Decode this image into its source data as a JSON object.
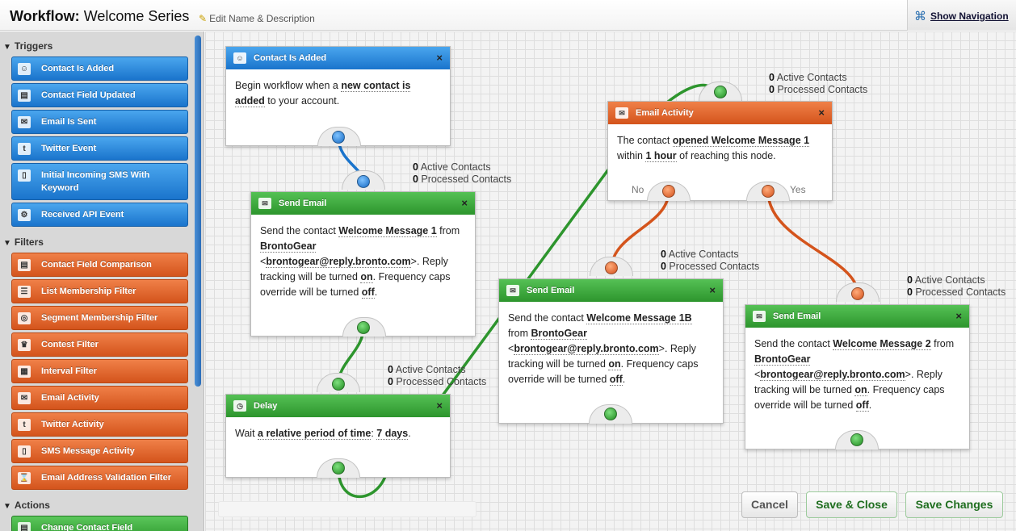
{
  "header": {
    "title_bold": "Workflow:",
    "title_name": "Welcome Series",
    "edit_label": "Edit Name & Description",
    "show_navigation": "Show Navigation"
  },
  "sidebar": {
    "triggers_label": "Triggers",
    "triggers": [
      {
        "label": "Contact Is Added",
        "icon": "person-add-icon"
      },
      {
        "label": "Contact Field Updated",
        "icon": "contact-card-icon"
      },
      {
        "label": "Email Is Sent",
        "icon": "envelope-icon"
      },
      {
        "label": "Twitter Event",
        "icon": "twitter-icon"
      },
      {
        "label": "Initial Incoming SMS With Keyword",
        "icon": "phone-icon"
      },
      {
        "label": "Received API Event",
        "icon": "gear-icon"
      }
    ],
    "filters_label": "Filters",
    "filters": [
      {
        "label": "Contact Field Comparison",
        "icon": "contact-card-icon"
      },
      {
        "label": "List Membership Filter",
        "icon": "clipboard-icon"
      },
      {
        "label": "Segment Membership Filter",
        "icon": "target-icon"
      },
      {
        "label": "Contest Filter",
        "icon": "trophy-icon"
      },
      {
        "label": "Interval Filter",
        "icon": "calendar-icon"
      },
      {
        "label": "Email Activity",
        "icon": "envelope-icon"
      },
      {
        "label": "Twitter Activity",
        "icon": "twitter-icon"
      },
      {
        "label": "SMS Message Activity",
        "icon": "phone-icon"
      },
      {
        "label": "Email Address Validation Filter",
        "icon": "hourglass-icon"
      }
    ],
    "actions_label": "Actions",
    "actions": [
      {
        "label": "Change Contact Field",
        "icon": "contact-card-icon"
      }
    ]
  },
  "nodes": {
    "n1": {
      "title": "Contact Is Added",
      "t1": "Begin workflow when a ",
      "b1": "new contact is added",
      "t2": " to your account."
    },
    "n2": {
      "title": "Send Email",
      "t1": "Send the contact ",
      "b1": "Welcome Message 1",
      "t2": " from ",
      "b2": "BrontoGear",
      "t3": " <",
      "b3": "brontogear@reply.bronto.com",
      "t4": ">. Reply tracking will be turned ",
      "b4": "on",
      "t5": ". Frequency caps override will be turned ",
      "b5": "off",
      "t6": "."
    },
    "n3": {
      "title": "Delay",
      "t1": "Wait ",
      "b1": "a relative period of time",
      "t2": ": ",
      "b2": "7 days",
      "t3": "."
    },
    "n4": {
      "title": "Email Activity",
      "t1": "The contact ",
      "b1": "opened Welcome Message 1",
      "t2": " within ",
      "b2": "1 hour",
      "t3": " of reaching this node.",
      "no_label": "No",
      "yes_label": "Yes"
    },
    "n5": {
      "title": "Send Email",
      "t1": "Send the contact ",
      "b1": "Welcome Message 1B",
      "t2": " from ",
      "b2": "BrontoGear",
      "t3": " <",
      "b3": "brontogear@reply.bronto.com",
      "t4": ">. Reply tracking will be turned ",
      "b4": "on",
      "t5": ". Frequency caps override will be turned ",
      "b5": "off",
      "t6": "."
    },
    "n6": {
      "title": "Send Email",
      "t1": "Send the contact ",
      "b1": "Welcome Message 2",
      "t2": " from ",
      "b2": "BrontoGear",
      "t3": " <",
      "b3": "brontogear@reply.bronto.com",
      "t4": ">. Reply tracking will be turned ",
      "b4": "on",
      "t5": ". Frequency caps override will be turned ",
      "b5": "off",
      "t6": "."
    }
  },
  "stats": {
    "n2": {
      "active": "0",
      "active_label": " Active Contacts",
      "processed": "0",
      "processed_label": " Processed Contacts"
    },
    "n3": {
      "active": "0",
      "active_label": " Active Contacts",
      "processed": "0",
      "processed_label": " Processed Contacts"
    },
    "n4": {
      "active": "0",
      "active_label": " Active Contacts",
      "processed": "0",
      "processed_label": " Processed Contacts"
    },
    "n5": {
      "active": "0",
      "active_label": " Active Contacts",
      "processed": "0",
      "processed_label": " Processed Contacts"
    },
    "n6": {
      "active": "0",
      "active_label": " Active Contacts",
      "processed": "0",
      "processed_label": " Processed Contacts"
    }
  },
  "buttons": {
    "cancel": "Cancel",
    "save_close": "Save & Close",
    "save_changes": "Save Changes"
  },
  "colors": {
    "trigger_blue": "#1a74cc",
    "filter_orange": "#d4541c",
    "action_green": "#2d952d"
  },
  "close_glyph": "×"
}
